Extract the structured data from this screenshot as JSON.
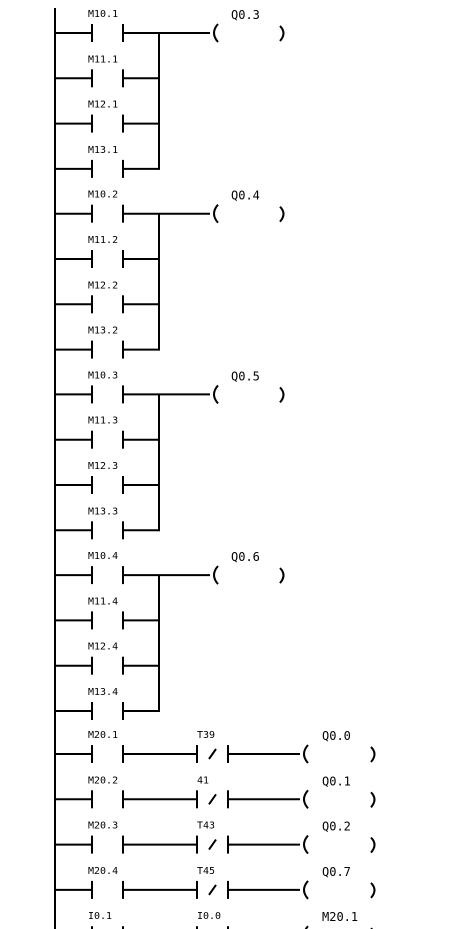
{
  "ladder": {
    "groups": [
      {
        "contacts": [
          "M10.1",
          "M11.1",
          "M12.1",
          "M13.1"
        ],
        "coil": "Q0.3"
      },
      {
        "contacts": [
          "M10.2",
          "M11.2",
          "M12.2",
          "M13.2"
        ],
        "coil": "Q0.4"
      },
      {
        "contacts": [
          "M10.3",
          "M11.3",
          "M12.3",
          "M13.3"
        ],
        "coil": "Q0.5"
      },
      {
        "contacts": [
          "M10.4",
          "M11.4",
          "M12.4",
          "M13.4"
        ],
        "coil": "Q0.6"
      }
    ],
    "series_rungs": [
      {
        "contact": "M20.1",
        "nc_contact": "T39",
        "coil": "Q0.0"
      },
      {
        "contact": "M20.2",
        "nc_contact": "41",
        "coil": "Q0.1"
      },
      {
        "contact": "M20.3",
        "nc_contact": "T43",
        "coil": "Q0.2"
      },
      {
        "contact": "M20.4",
        "nc_contact": "T45",
        "coil": "Q0.7"
      },
      {
        "contact": "I0.1",
        "nc_contact": "I0.0",
        "coil": "M20.1"
      }
    ]
  }
}
